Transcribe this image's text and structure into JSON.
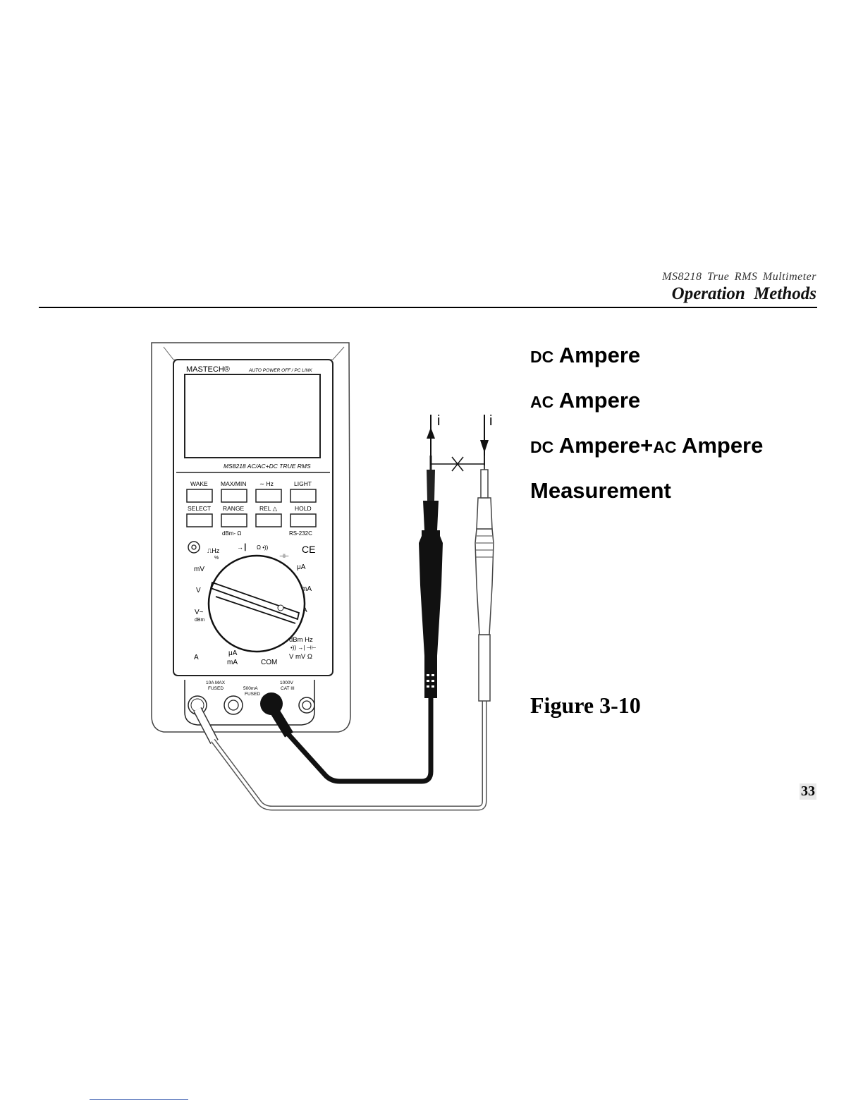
{
  "header": {
    "product": "MS8218 True RMS Multimeter",
    "section": "Operation Methods"
  },
  "title": {
    "line1_prefix": "DC",
    "line1_main": " Ampere",
    "line2_prefix": "AC",
    "line2_main": " Ampere",
    "line3_prefix": "DC",
    "line3_mid": " Ampere+",
    "line3_prefix2": "AC",
    "line3_main": " Ampere",
    "line4": "Measurement"
  },
  "figure": {
    "caption": "Figure 3-10",
    "current_label": "i",
    "meter": {
      "brand": "MASTECH®",
      "top_label": "AUTO POWER OFF / PC LINK",
      "model_label": "MS8218 AC/AC+DC TRUE RMS",
      "buttons_row1": [
        "WAKE",
        "MAX/MIN",
        "∼ Hz",
        "LIGHT"
      ],
      "buttons_row2": [
        "SELECT",
        "RANGE",
        "REL △",
        "HOLD"
      ],
      "below_buttons": [
        "dBm- Ω",
        "RS-232C"
      ],
      "dial_labels": {
        "hz_pct": "⎍Hz",
        "pct": "%",
        "diode": "→┃",
        "ohm": "Ω •))",
        "cap": "⊣⊢",
        "ce": "CE",
        "mv": "mV",
        "v": "V",
        "v_ac": "V~",
        "dbm": "dBm",
        "ua": "μA",
        "ma": "mA",
        "a": "A"
      },
      "jack_labels": {
        "a": "A",
        "ua": "μA",
        "ma": "mA",
        "com": "COM",
        "dbm_hz": "dBm Hz",
        "v_mv_ohm": "V mV Ω",
        "fuse_10a": "10A MAX",
        "fused1": "FUSED",
        "fuse_500ma": "500mA",
        "fused2": "FUSED",
        "cat_v": "1000V",
        "cat": "CAT III"
      }
    }
  },
  "page_number": "33"
}
